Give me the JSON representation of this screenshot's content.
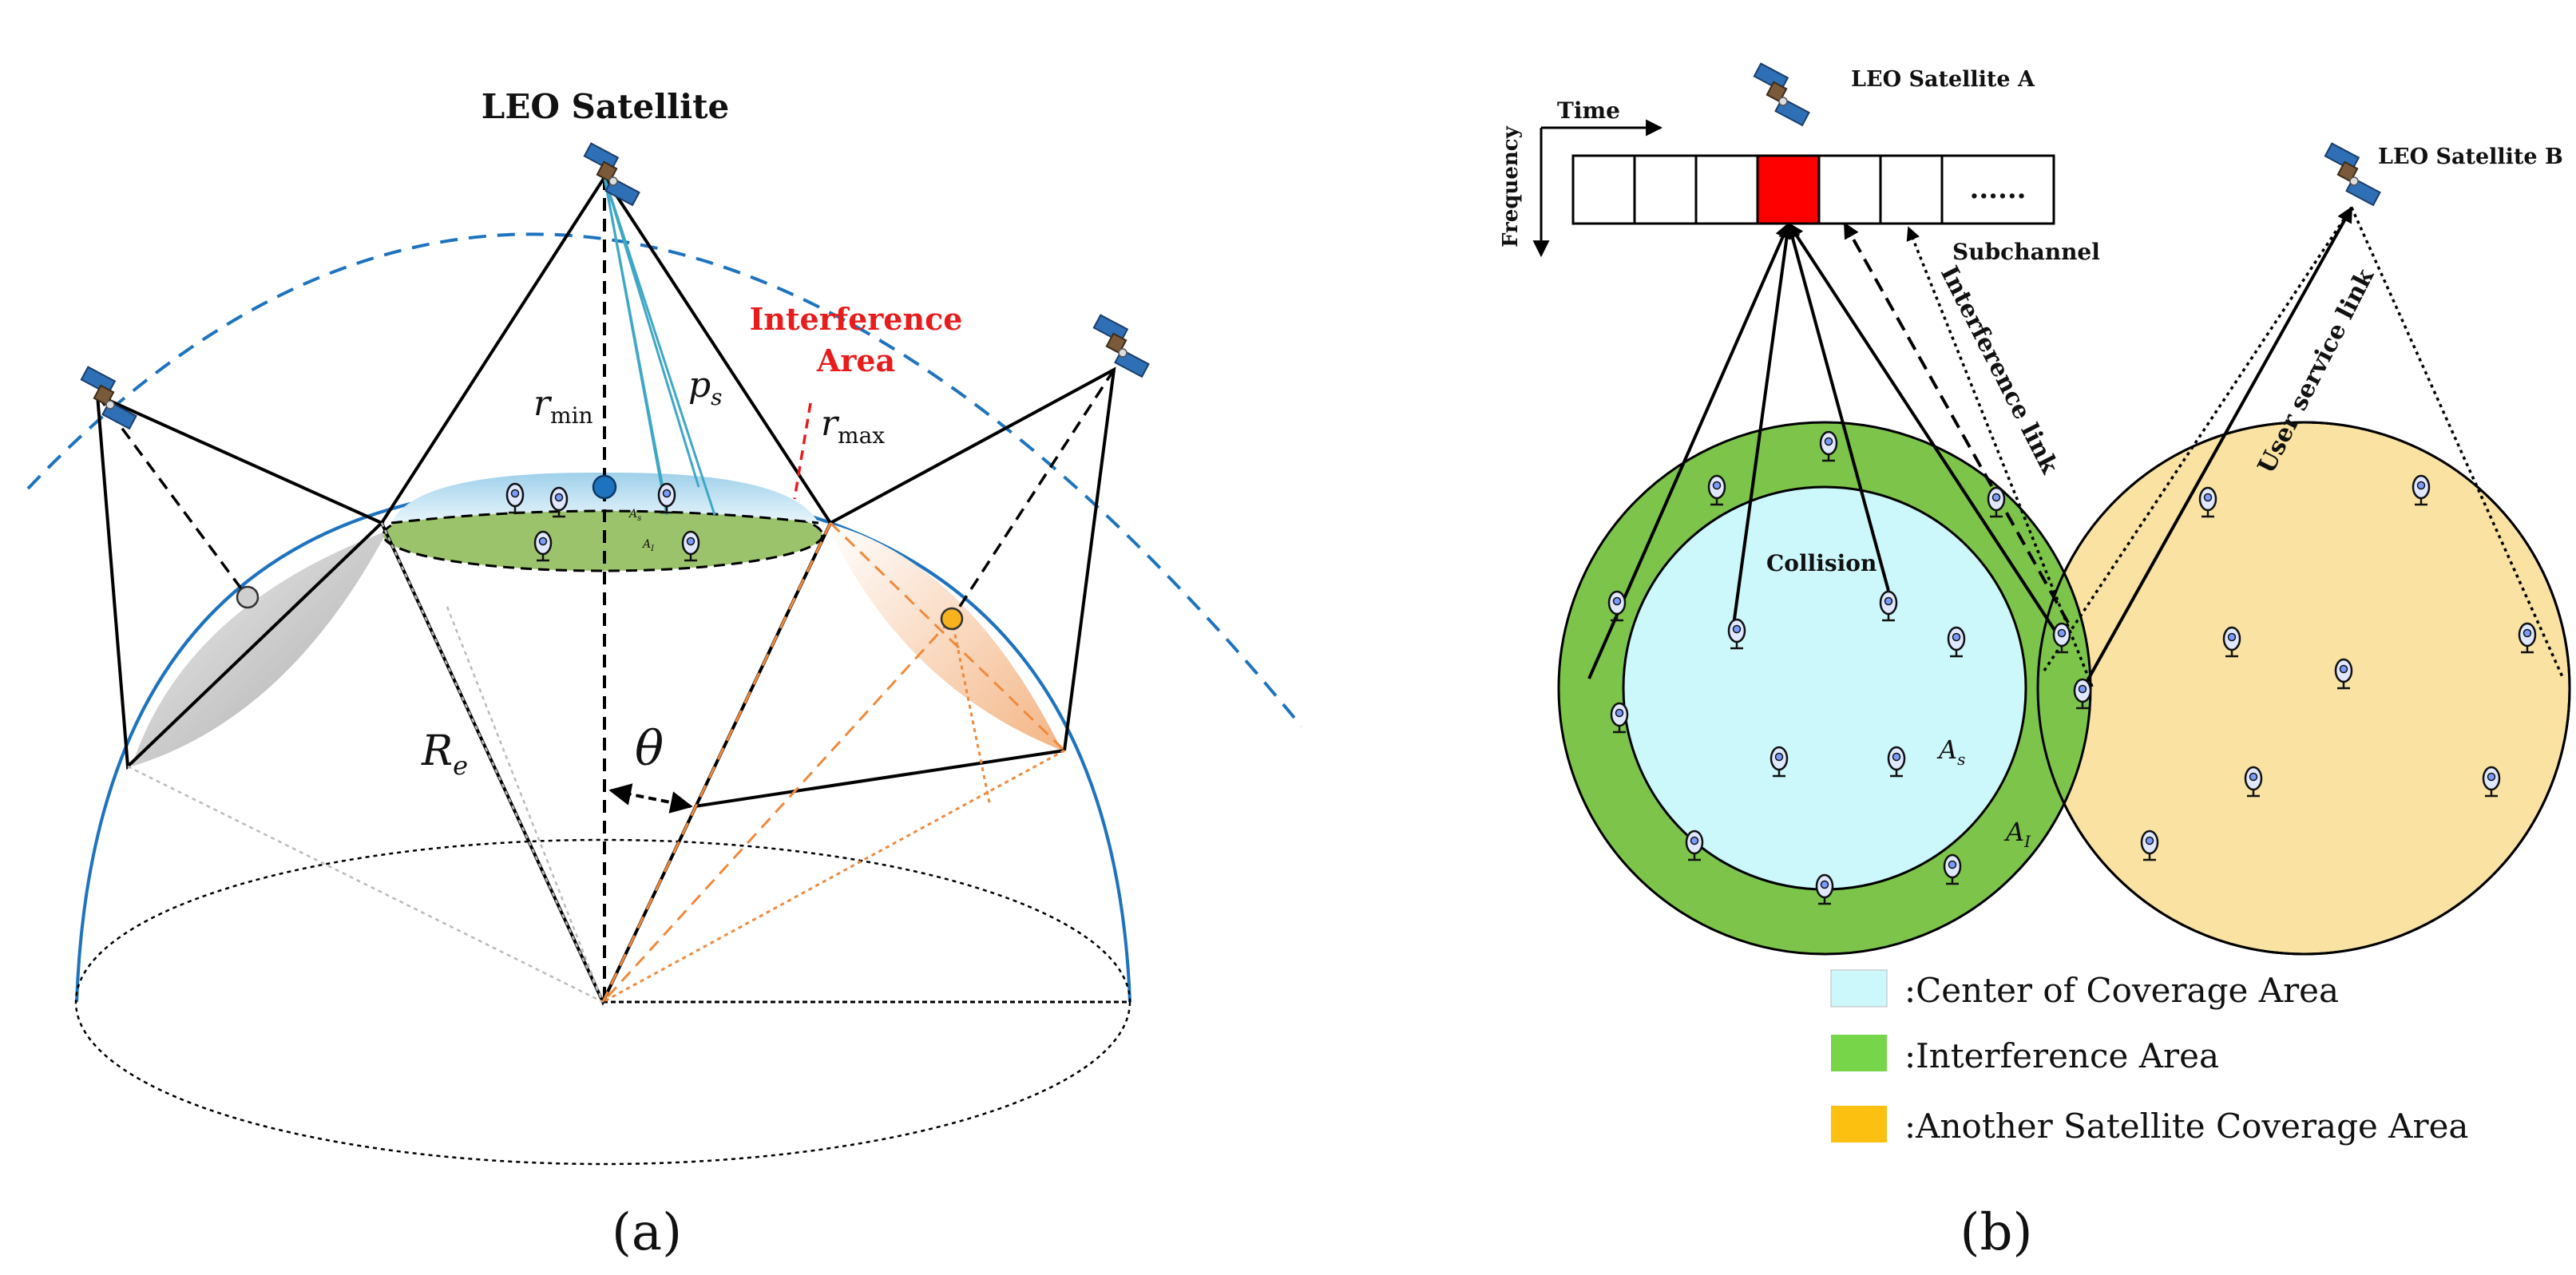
{
  "panel_a": {
    "caption": "(a)",
    "title": "LEO Satellite",
    "interference_label": [
      "Interference",
      "Area"
    ],
    "r_min": {
      "base": "r",
      "sub": "min"
    },
    "r_max": {
      "base": "r",
      "sub": "max"
    },
    "p_s": {
      "base": "p",
      "sub": "s"
    },
    "r_e": {
      "base": "R",
      "sub": "e"
    },
    "theta": "θ",
    "a_s": {
      "base": "A",
      "sub": "s"
    },
    "a_i": {
      "base": "A",
      "sub": "I"
    }
  },
  "panel_b": {
    "caption": "(b)",
    "sat_a": "LEO Satellite A",
    "sat_b": "LEO Satellite B",
    "time": "Time",
    "frequency": "Frequency",
    "subchannel": "Subchannel",
    "dots": "......",
    "interference_link": "Interference link",
    "user_service_link": "User service link",
    "collision": "Collision",
    "a_s": {
      "base": "A",
      "sub": "s"
    },
    "a_i": {
      "base": "A",
      "sub": "I"
    },
    "legend": [
      {
        "label": ":Center of Coverage Area",
        "color": "#ccf7fb"
      },
      {
        "label": ":Interference Area",
        "color": "#77d54a"
      },
      {
        "label": ":Another Satellite Coverage Area",
        "color": "#fcc010"
      }
    ]
  },
  "colors": {
    "dashed_orbit": "#1e73be",
    "interference_red": "#e81c1c",
    "collision_slot": "#ff0000",
    "center_area": "#ccf7fb",
    "interference_area": "#7cc54a",
    "other_area": "#f7e3a1",
    "orange_lines": "#f08a3c"
  }
}
